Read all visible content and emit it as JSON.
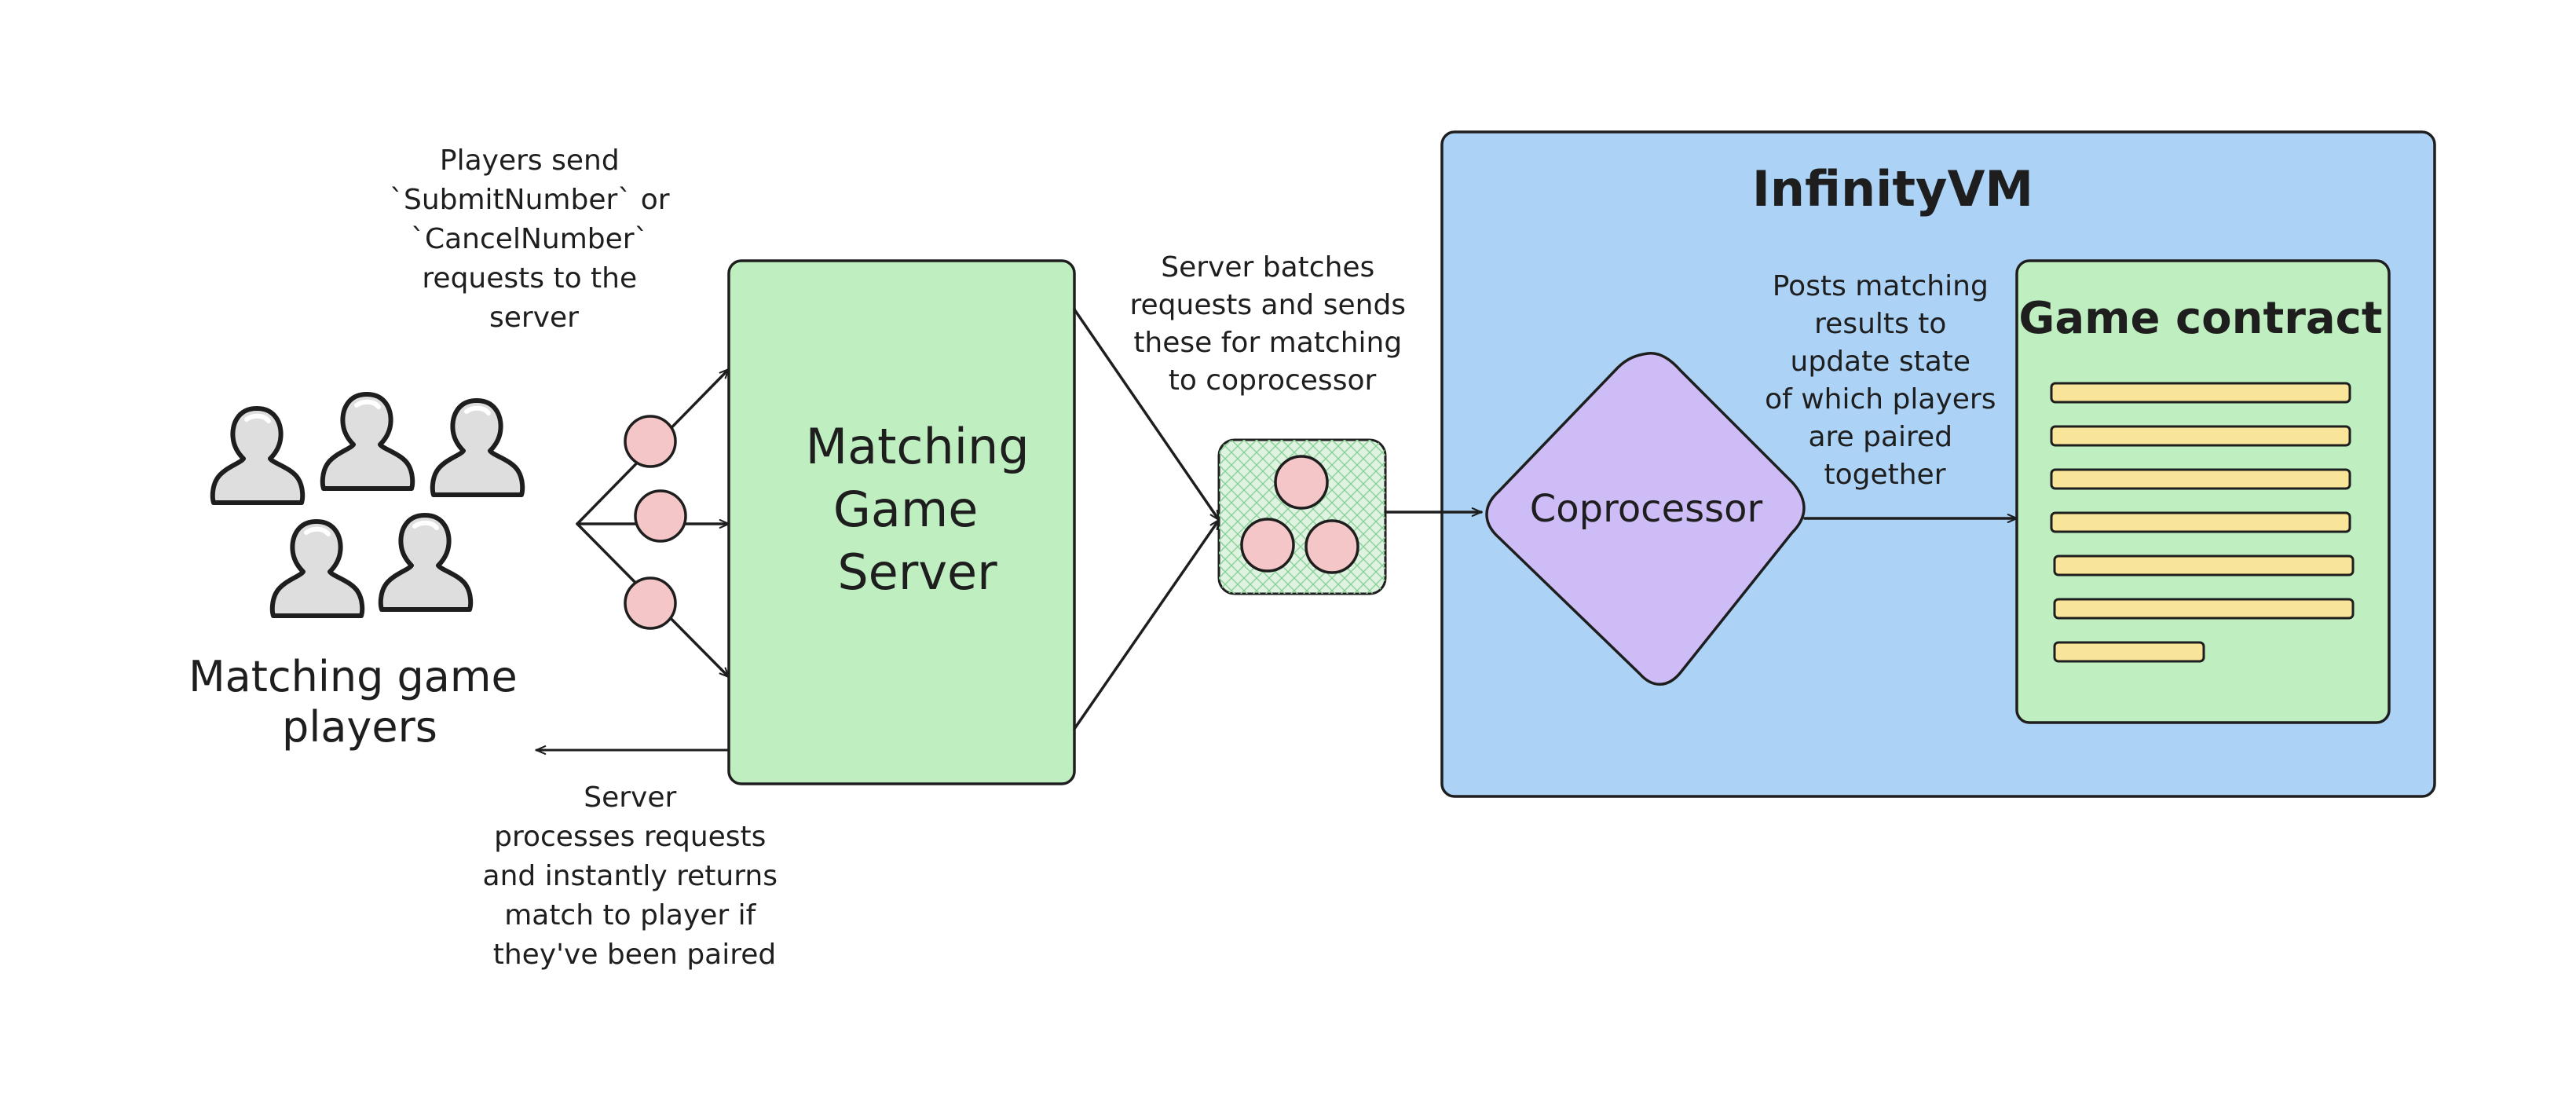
{
  "colors": {
    "stroke": "#1e1e1e",
    "server_fill": "#bfefc1",
    "vm_fill": "#acd3f6",
    "coprocessor_fill": "#cdbcf6",
    "contract_fill": "#bfefc1",
    "line_fill": "#f8e59a",
    "request_fill": "#f5c6c7",
    "batch_fill": "#dff3e1"
  },
  "players": {
    "icon": "user-icon",
    "count": 5,
    "label_lines": [
      "Matching game",
      "players"
    ]
  },
  "notes": {
    "requests": [
      "Players send",
      "`SubmitNumber` or",
      "`CancelNumber`",
      "requests to the",
      "server"
    ],
    "batch": [
      "Server batches",
      "requests and sends",
      "these for matching",
      "to coprocessor"
    ],
    "return": [
      "Server",
      "processes requests",
      "and instantly returns",
      "match to player if",
      "they've been paired"
    ],
    "posts": [
      "Posts matching",
      "results to",
      "update state",
      "of which players",
      "are paired",
      "together"
    ]
  },
  "server": {
    "label_lines": [
      "Matching",
      "Game",
      "Server"
    ]
  },
  "vm": {
    "title": "InfinityVM"
  },
  "coprocessor": {
    "label": "Coprocessor"
  },
  "contract": {
    "title": "Game contract",
    "line_count": 7
  }
}
